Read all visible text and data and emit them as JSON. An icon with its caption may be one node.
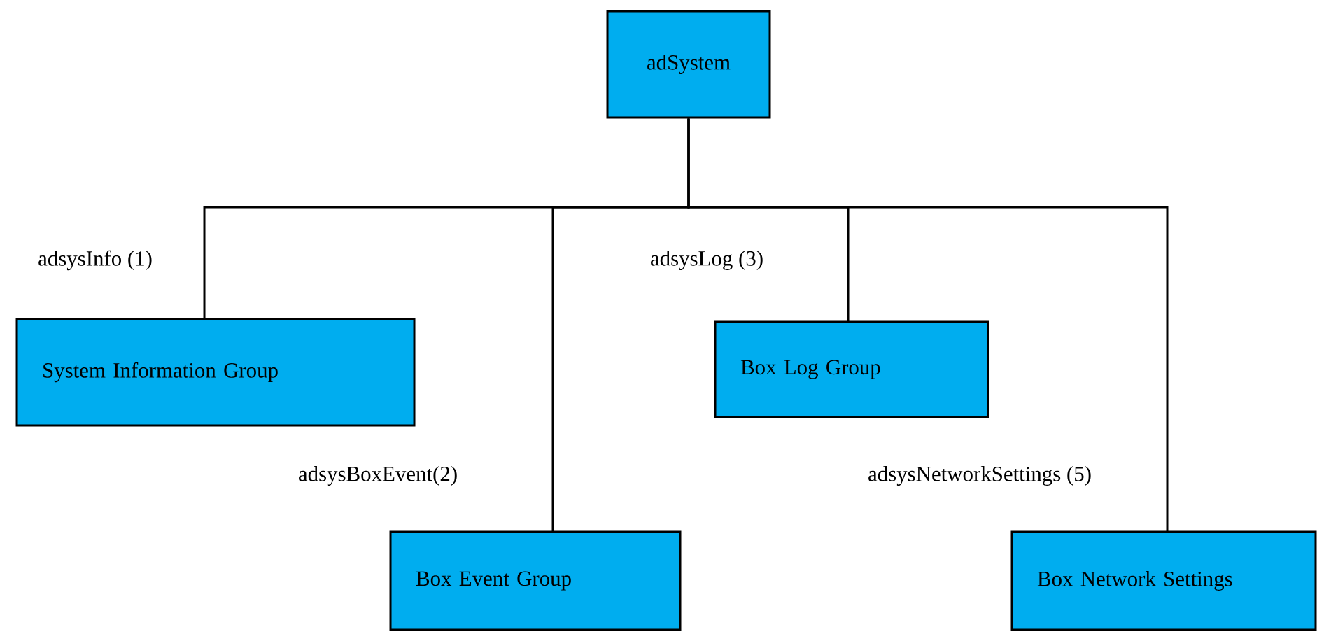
{
  "diagram": {
    "nodes": [
      {
        "text": [
          "adSystem"
        ]
      },
      {
        "text": [
          "System Information Group"
        ]
      },
      {
        "text": [
          "Box Log Group"
        ]
      },
      {
        "text": [
          "Box Event Group"
        ]
      },
      {
        "text": [
          "Box Network Settings"
        ]
      }
    ],
    "edges": [
      {
        "from": 0,
        "to": 1,
        "arrow": "none",
        "label": "adsysInfo (1)"
      },
      {
        "from": 0,
        "to": 3,
        "arrow": "none",
        "label": "adsysBoxEvent(2)"
      },
      {
        "from": 0,
        "to": 2,
        "arrow": "none",
        "label": "adsysLog (3)"
      },
      {
        "from": 0,
        "to": 4,
        "arrow": "none",
        "label": "adsysNetworkSettings (5)"
      }
    ]
  }
}
